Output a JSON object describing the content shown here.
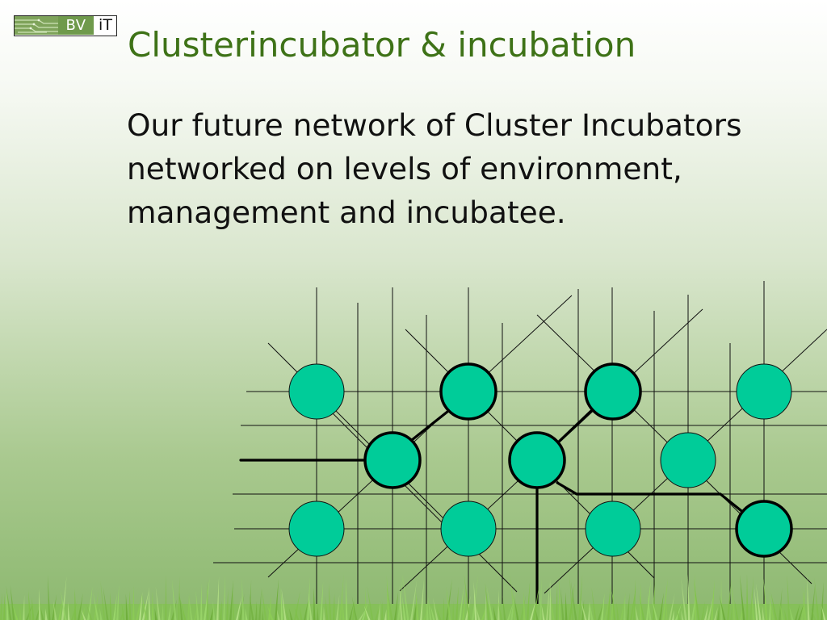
{
  "logo": {
    "bv": "BV",
    "it": "iT"
  },
  "title": "Clusterincubator & incubation",
  "body": "Our future network of Cluster Incubators networked on levels of environment, management and incubatee.",
  "colors": {
    "title": "#3e7217",
    "node_fill": "#00cc99",
    "grid_line": "#111111",
    "highlight_line": "#000000",
    "background_top": "#ffffff",
    "background_bottom": "#8cb86f"
  },
  "icons": [
    "circuit-board-icon"
  ]
}
